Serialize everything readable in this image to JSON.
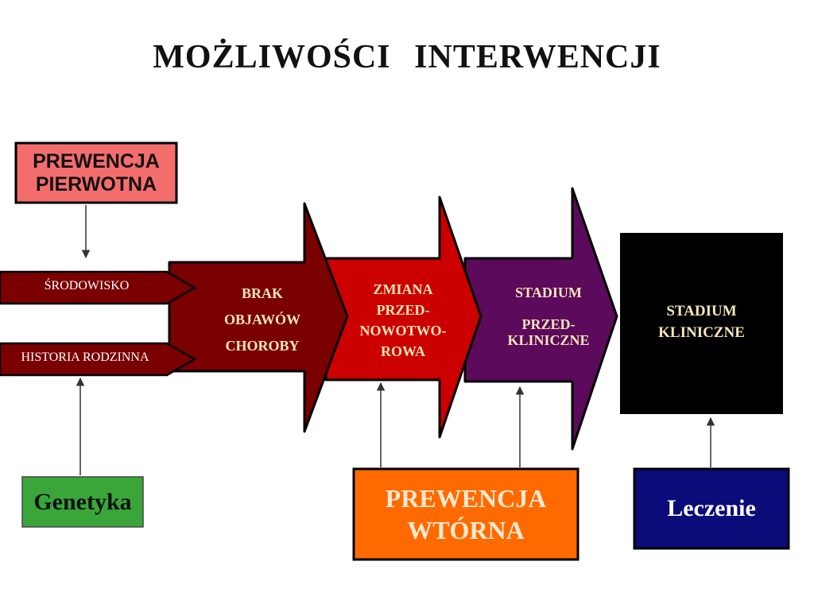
{
  "title": "MOŻLIWOŚCI   INTERWENCJI",
  "boxes": {
    "primary_prevention": "PREWENCJA\nPIERWOTNA",
    "genetics": "Genetyka",
    "secondary_prevention": "PREWENCJA\nWTÓRNA",
    "treatment": "Leczenie",
    "clinical_stage": "STADIUM\nKLINICZNE"
  },
  "inputs": {
    "environment": "ŚRODOWISKO",
    "family_history": "HISTORIA RODZINNA"
  },
  "stages": {
    "no_symptoms": "BRAK\nOBJAWÓW\nCHOROBY",
    "precancerous": "ZMIANA\nPRZED-\nNOWOTWO-\nROWA",
    "preclinical": "STADIUM\n\nPRZED-\nKLINICZNE"
  },
  "colors": {
    "primary_prevention_fill": "#f46d6d",
    "genetics_fill": "#3aa63a",
    "secondary_prevention_fill": "#ff6a00",
    "treatment_fill": "#0b0b7a",
    "clinical_stage_fill": "#000000",
    "stage1_fill": "#7a0000",
    "stage2_fill": "#cc0000",
    "stage3_fill": "#5c0a5c",
    "input_fill": "#7a0000",
    "stage_text": "#f5e6b8"
  }
}
